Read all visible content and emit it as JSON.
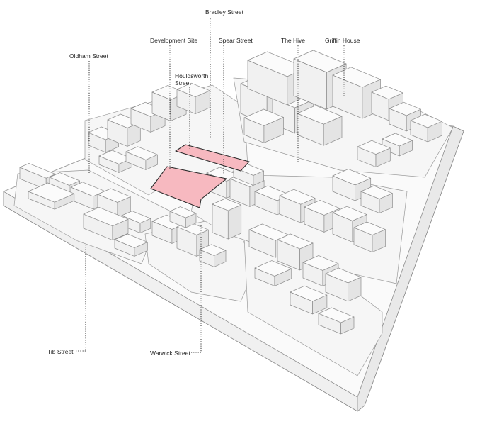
{
  "labels": {
    "bradley_street": "Bradley Street",
    "development_site": "Development Site",
    "spear_street": "Spear Street",
    "the_hive": "The Hive",
    "griffin_house": "Griffin House",
    "oldham_street": "Oldham Street",
    "houldsworth_street": "Houldsworth\nStreet",
    "tib_street": "Tib Street",
    "warwick_street": "Warwick Street"
  },
  "colors": {
    "site_fill": "#f7b9c0",
    "site_stroke": "#2a2a2a",
    "building_stroke": "#8c8c8c",
    "leader_line": "#333333"
  }
}
